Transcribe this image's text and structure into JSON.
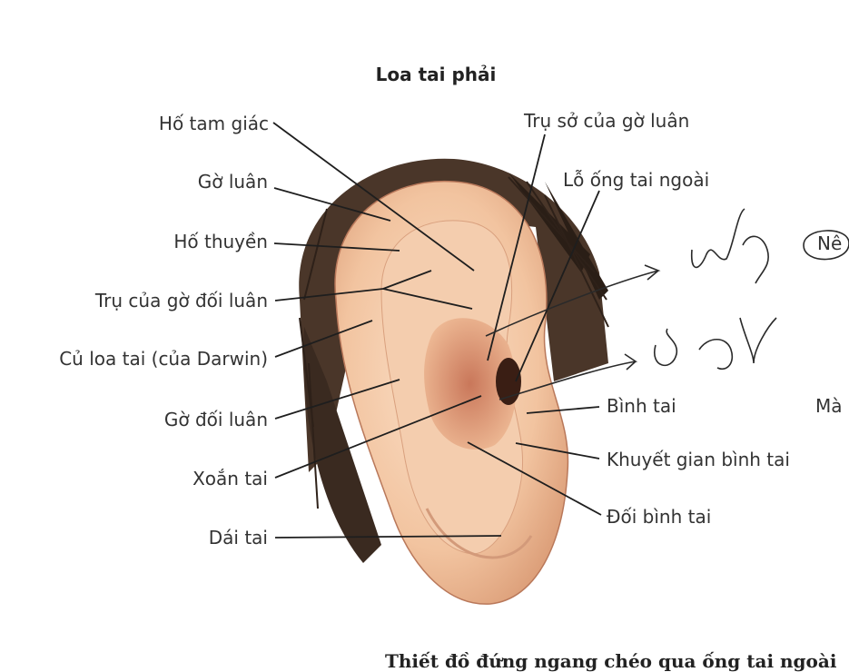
{
  "title": "Loa tai phải",
  "labels_left": {
    "ho_tam_giac": "Hố tam giác",
    "go_luan": "Gờ luân",
    "ho_thuyen": "Hố thuyền",
    "tru_go_doi_luan": "Trụ của gờ đối luân",
    "cu_loa_tai": "Củ loa tai (của Darwin)",
    "go_doi_luan": "Gờ đối luân",
    "xoan_tai": "Xoắn tai",
    "dai_tai": "Dái tai"
  },
  "labels_right": {
    "tru_so_go_luan": "Trụ sở của gờ luân",
    "lo_ong_tai": "Lỗ ống tai ngoài",
    "binh_tai": "Bình tai",
    "khuyet_gian": "Khuyết gian bình tai",
    "doi_binh_tai": "Đối bình tai"
  },
  "side_text": {
    "ne": "Nê",
    "ma": "Mà"
  },
  "footer": "Thiết đồ đứng ngang chéo qua ống tai ngoài",
  "colors": {
    "skin": "#f3c9a6",
    "skin_dark": "#d99a78",
    "hair": "#3a2c22",
    "line": "#1e1e1e"
  }
}
